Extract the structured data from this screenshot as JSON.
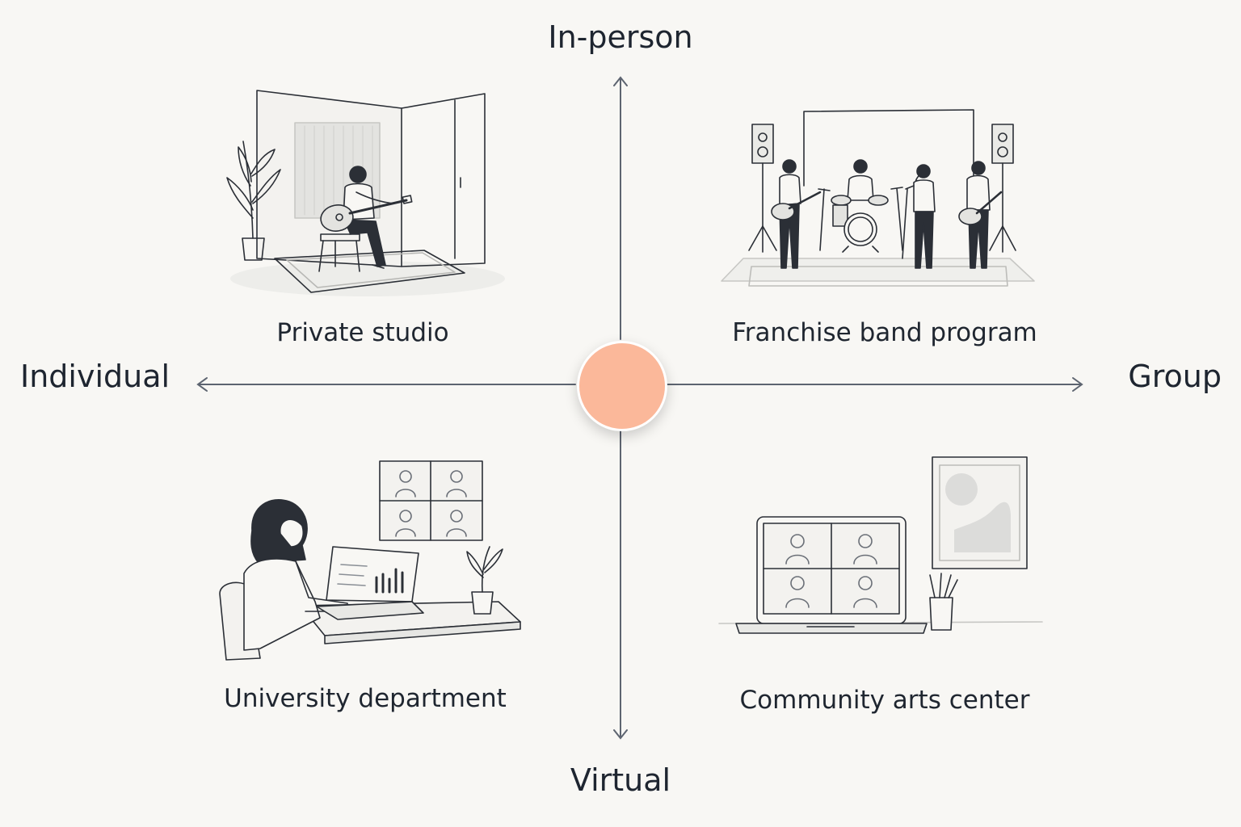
{
  "axes": {
    "top": "In-person",
    "bottom": "Virtual",
    "left": "Individual",
    "right": "Group"
  },
  "quadrants": [
    {
      "position": "top-left",
      "label": "Private studio",
      "icon": "guitar-studio-illustration"
    },
    {
      "position": "top-right",
      "label": "Franchise band program",
      "icon": "band-stage-illustration"
    },
    {
      "position": "bottom-left",
      "label": "University department",
      "icon": "laptop-video-call-illustration"
    },
    {
      "position": "bottom-right",
      "label": "Community arts center",
      "icon": "group-video-laptop-illustration"
    }
  ],
  "colors": {
    "background": "#f8f7f4",
    "axis": "#5d6470",
    "center_dot": "#fbb89a",
    "line_art": "#2b2f36"
  }
}
